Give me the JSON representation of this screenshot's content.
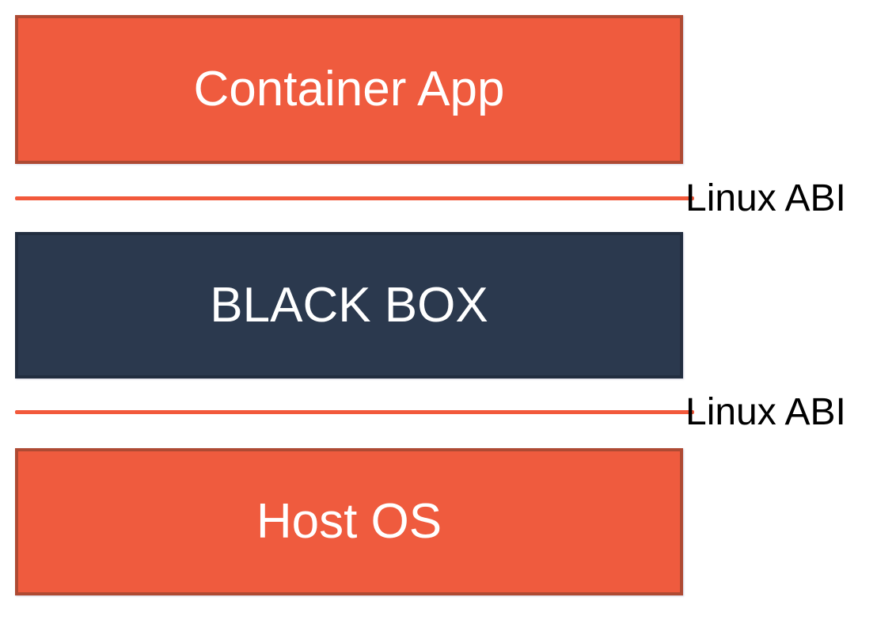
{
  "layers": [
    {
      "id": "container-app",
      "label": "Container App"
    },
    {
      "id": "black-box",
      "label": "BLACK BOX"
    },
    {
      "id": "host-os",
      "label": "Host OS"
    }
  ],
  "interfaces": [
    {
      "label": "Linux ABI"
    },
    {
      "label": "Linux ABI"
    }
  ],
  "colors": {
    "orange_fill": "#EF5B3E",
    "orange_border": "#AE4A33",
    "dark_fill": "#2B394E",
    "dark_border": "#222E40",
    "line": "#F2593B",
    "box_text": "#FFFFFF",
    "label_text": "#000000"
  }
}
